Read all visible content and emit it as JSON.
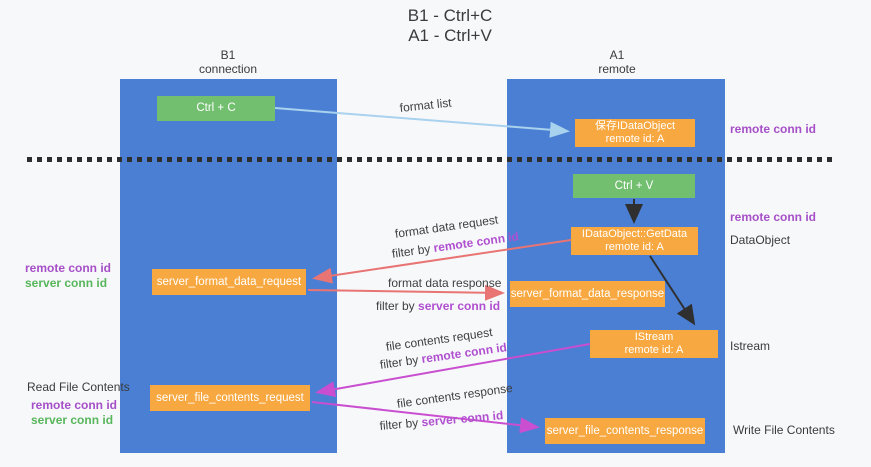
{
  "title": {
    "line1": "B1 - Ctrl+C",
    "line2": "A1 - Ctrl+V"
  },
  "columns": {
    "b1": {
      "name": "B1",
      "subtitle": "connection"
    },
    "a1": {
      "name": "A1",
      "subtitle": "remote"
    }
  },
  "boxes": {
    "ctrl_c": {
      "label": "Ctrl + C"
    },
    "save_idataobject": {
      "line1": "保存IDataObject",
      "line2": "remote id: A"
    },
    "ctrl_v": {
      "label": "Ctrl + V"
    },
    "getdata": {
      "line1": "IDataObject::GetData",
      "line2": "remote id: A"
    },
    "format_request": {
      "label": "server_format_data_request"
    },
    "format_response": {
      "label": "server_format_data_response"
    },
    "istream": {
      "line1": "IStream",
      "line2": "remote id: A"
    },
    "file_request": {
      "label": "server_file_contents_request"
    },
    "file_response": {
      "label": "server_file_contents_response"
    }
  },
  "edge_labels": {
    "format_list": "format list",
    "format_data_request": "format data request",
    "format_data_request_filter": {
      "prefix": "filter by ",
      "key": "remote conn id"
    },
    "format_data_response": "format data response",
    "format_data_response_filter": {
      "prefix": "filter by ",
      "key": "server conn id"
    },
    "file_contents_request": "file contents request",
    "file_contents_request_filter": {
      "prefix": "filter by ",
      "key": "remote conn id"
    },
    "file_contents_response": "file contents response",
    "file_contents_response_filter": {
      "prefix": "filter by ",
      "key": "server conn id"
    }
  },
  "side_labels": {
    "left": {
      "remote_conn_id_1": "remote conn id",
      "server_conn_id_1": "server conn id",
      "read_file_contents": "Read File Contents",
      "remote_conn_id_2": "remote conn id",
      "server_conn_id_2": "server conn id"
    },
    "right": {
      "remote_conn_id_1": "remote conn id",
      "remote_conn_id_2": "remote conn id",
      "dataobject": "DataObject",
      "istream": "Istream",
      "write_file_contents": "Write File Contents"
    }
  },
  "colors": {
    "background": "#f7f8fa",
    "column_blue": "#4a7fd3",
    "box_green": "#72bf70",
    "box_orange": "#f8a840",
    "arrow_lightblue": "#a9d2ee",
    "arrow_red": "#e97474",
    "arrow_magenta": "#c94fd0",
    "arrow_black": "#2f2f2f",
    "label_purple": "#a64fc8",
    "label_green": "#58b65c"
  }
}
